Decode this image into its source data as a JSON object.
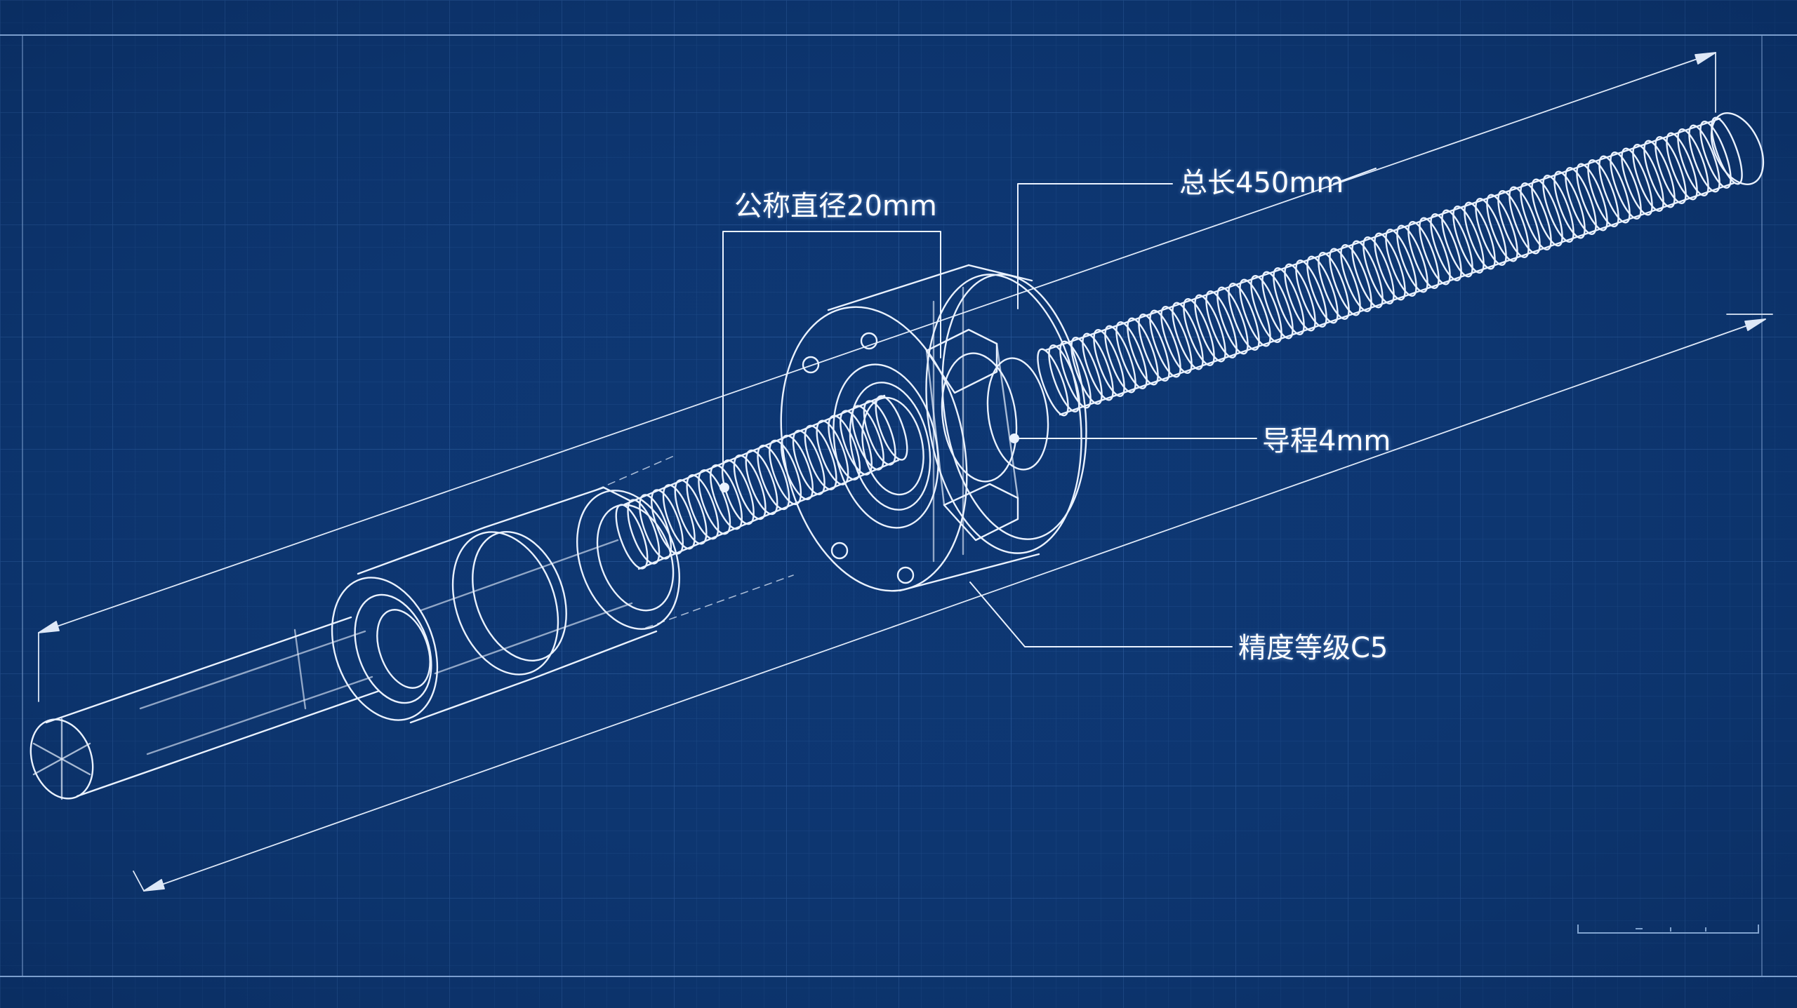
{
  "labels": {
    "diameter": "公称直径20mm",
    "length": "总长450mm",
    "lead": "导程4mm",
    "accuracy": "精度等级C5"
  },
  "colors": {
    "background": "#0d3672",
    "grid_minor": "#23508f",
    "grid_major": "#3464a6",
    "line": "#e9f2ff"
  },
  "icons": {
    "part": "ball-screw-drawing"
  }
}
